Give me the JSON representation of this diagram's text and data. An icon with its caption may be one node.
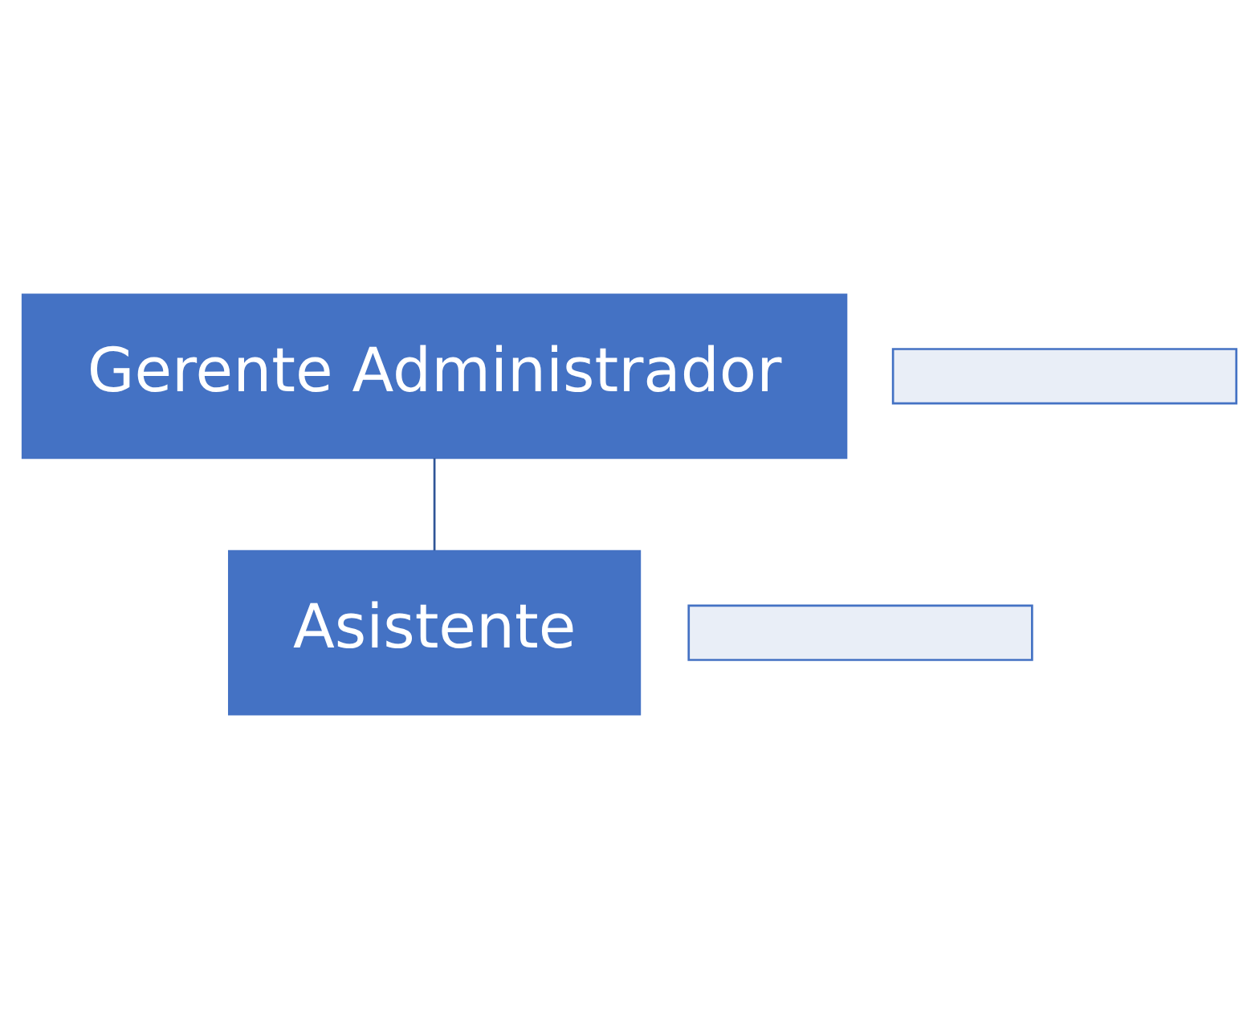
{
  "diagram": {
    "nodes": [
      {
        "text": [
          "Gerente Administrador"
        ]
      },
      {
        "text": [],
        "shape": "box"
      },
      {
        "text": [
          "Asistente"
        ]
      },
      {
        "text": [],
        "shape": "box"
      }
    ],
    "edges": [
      {
        "from": 0,
        "to": 2,
        "arrow": "none"
      }
    ]
  }
}
